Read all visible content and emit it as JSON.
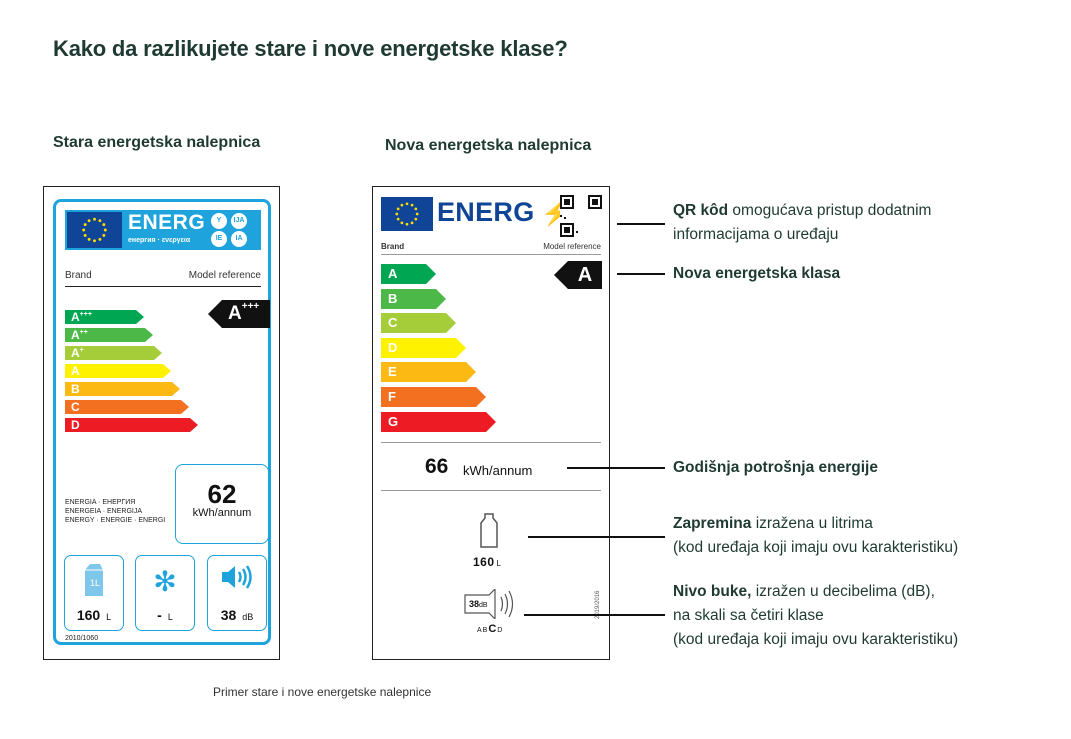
{
  "page": {
    "title": "Kako da razlikujete stare i nove energetske klase?",
    "old_heading": "Stara energetska nalepnica",
    "new_heading": "Nova energetska nalepnica",
    "caption": "Primer stare i nove energetske nalepnice"
  },
  "old_label": {
    "energ": "ENERG",
    "energ_sub": "енергия · ενεργεια",
    "lang_codes": [
      "Y",
      "IJA",
      "IE",
      "IA"
    ],
    "brand": "Brand",
    "model": "Model reference",
    "classes": [
      "A",
      "A",
      "A",
      "A",
      "B",
      "C",
      "D"
    ],
    "class_sups": [
      "+++",
      "++",
      "+",
      "",
      "",
      "",
      ""
    ],
    "class_colors": [
      "#00a651",
      "#4cb847",
      "#a5cd39",
      "#fff200",
      "#fdb913",
      "#f37021",
      "#ed1c24"
    ],
    "rating": "A",
    "rating_sup": "+++",
    "energy_words": [
      "ENERGIA · ЕНЕРГИЯ",
      "ENERGEIA · ENERGIJA",
      "ENERGY · ENERGIE · ENERGI"
    ],
    "kwh_value": "62",
    "kwh_unit": "kWh/annum",
    "volume_value": "160",
    "volume_unit": "L",
    "freezer_value": "-",
    "freezer_unit": "L",
    "noise_value": "38",
    "noise_unit": "dB",
    "regulation": "2010/1060"
  },
  "new_label": {
    "energ": "ENERG",
    "brand": "Brand",
    "model": "Model reference",
    "classes": [
      "A",
      "B",
      "C",
      "D",
      "E",
      "F",
      "G"
    ],
    "class_colors": [
      "#00a651",
      "#4cb847",
      "#a5cd39",
      "#fff200",
      "#fdb913",
      "#f37021",
      "#ed1c24"
    ],
    "rating": "A",
    "kwh_value": "66",
    "kwh_unit": "kWh/annum",
    "volume_value": "160",
    "volume_unit": "L",
    "noise_value": "38",
    "noise_unit": "dB",
    "noise_scale_pre": "AB",
    "noise_scale_active": "C",
    "noise_scale_post": "D",
    "regulation": "2019/2016"
  },
  "annotations": {
    "qr_bold": "QR kôd",
    "qr_text": " omogućava pristup dodatnim",
    "qr_text2": "informacijama o uređaju",
    "class_bold": "Nova energetska klasa",
    "energy_bold": "Godišnja potrošnja energije",
    "volume_bold": "Zapremina",
    "volume_text": " izražena u litrima",
    "volume_text2": "(kod uređaja koji imaju ovu karakteristiku)",
    "noise_bold": "Nivo buke,",
    "noise_text": " izražen u decibelima (dB),",
    "noise_text2": "na skali sa četiri klase",
    "noise_text3": "(kod uređaja koji imaju ovu karakteristiku)"
  }
}
